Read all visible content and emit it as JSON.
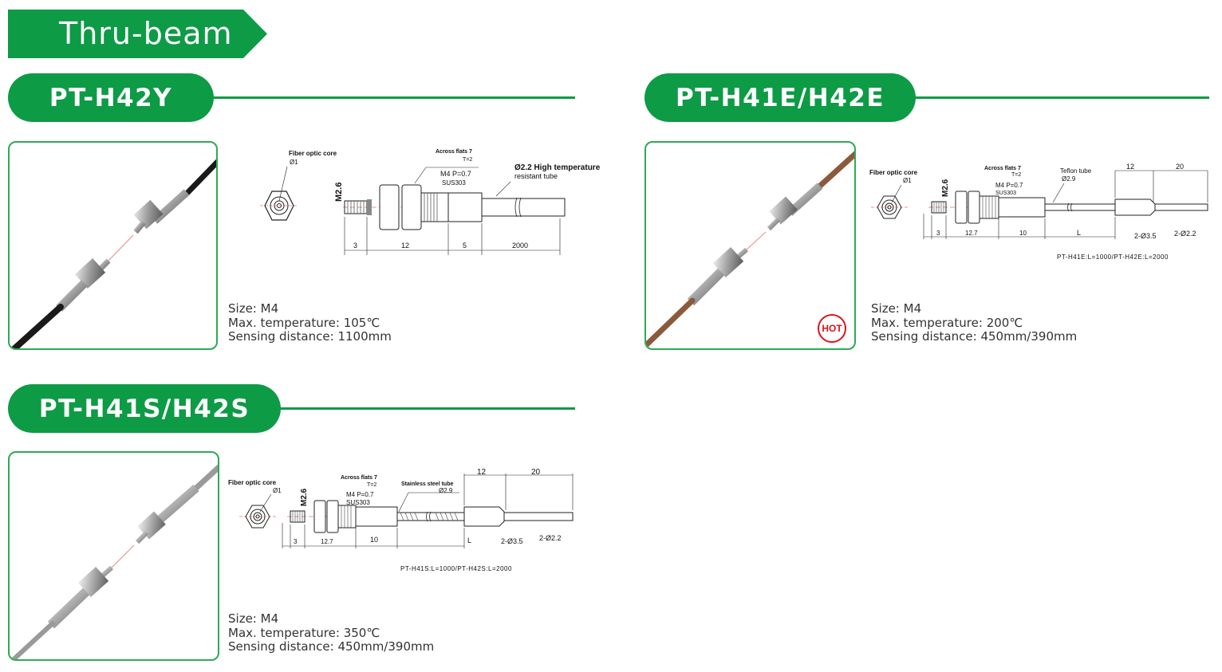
{
  "section": {
    "title": "Thru-beam",
    "color": "#0d9b45"
  },
  "products": [
    {
      "model": "PT-H42Y",
      "specs": [
        {
          "label": "Size",
          "sep": ":",
          "value": "M4"
        },
        {
          "label": "Max. temperature",
          "sep": ":",
          "value": "105℃"
        },
        {
          "label": "Sensing distance",
          "sep": ":",
          "value": "1100mm"
        }
      ],
      "drawing": {
        "core_label": "Fiber optic core",
        "core_dia": "Ø1",
        "across_flats": "Across flats 7",
        "t": "T=2",
        "thread": "M4 P=0.7",
        "material": "SUS303",
        "m_label": "M2.6",
        "tube_label_1": "Ø2.2 High temperature",
        "tube_label_2": "resistant tube",
        "dims": [
          "3",
          "12",
          "5",
          "2000"
        ]
      }
    },
    {
      "model": "PT-H41E/H42E",
      "badge": "HOT",
      "specs": [
        {
          "label": "Size",
          "sep": ":",
          "value": "M4"
        },
        {
          "label": "Max. temperature",
          "sep": ":",
          "value": "200℃"
        },
        {
          "label": "Sensing distance",
          "sep": ":",
          "value": "450mm/390mm"
        }
      ],
      "drawing": {
        "core_label": "Fiber optic core",
        "core_dia": "Ø1",
        "across_flats": "Across flats 7",
        "t": "T=2",
        "thread": "M4 P=0.7",
        "material": "SUS303",
        "m_label": "M2.6",
        "tube_label_1": "Teflon tube",
        "tube_label_2": "Ø2.9",
        "dims": [
          "3",
          "12.7",
          "10",
          "L"
        ],
        "top_dims": [
          "12",
          "20"
        ],
        "dia_a": "2-Ø3.5",
        "dia_b": "2-Ø2.2",
        "note": "PT-H41E:L=1000/PT-H42E:L=2000"
      }
    },
    {
      "model": "PT-H41S/H42S",
      "specs": [
        {
          "label": "Size",
          "sep": ":",
          "value": "M4"
        },
        {
          "label": "Max. temperature",
          "sep": ":",
          "value": "350℃"
        },
        {
          "label": "Sensing distance",
          "sep": ":",
          "value": "450mm/390mm"
        }
      ],
      "drawing": {
        "core_label": "Fiber optic core",
        "core_dia": "Ø1",
        "across_flats": "Across flats 7",
        "t": "T=2",
        "thread": "M4 P=0.7",
        "material": "SUS303",
        "m_label": "M2.6",
        "tube_label_1": "Stainless steel tube",
        "tube_label_2": "Ø2.9",
        "dims": [
          "3",
          "12.7",
          "10",
          "L"
        ],
        "top_dims": [
          "12",
          "20"
        ],
        "dia_a": "2-Ø3.5",
        "dia_b": "2-Ø2.2",
        "note": "PT-H41S:L=1000/PT-H42S:L=2000"
      }
    }
  ]
}
